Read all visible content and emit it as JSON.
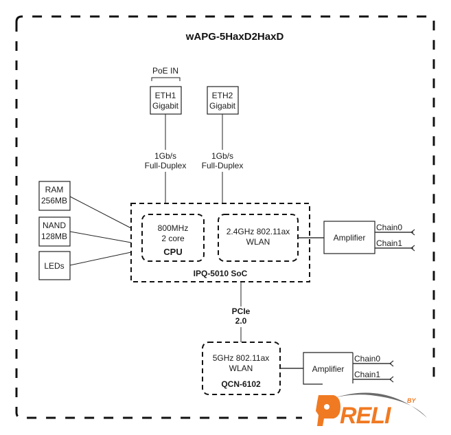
{
  "title": "wAPG-5HaxD2HaxD",
  "poe_label": "PoE IN",
  "ports": [
    {
      "name": "ETH1",
      "speed": "Gigabit",
      "link_rate": "1Gb/s",
      "link_mode": "Full-Duplex"
    },
    {
      "name": "ETH2",
      "speed": "Gigabit",
      "link_rate": "1Gb/s",
      "link_mode": "Full-Duplex"
    }
  ],
  "peripherals": [
    {
      "line1": "RAM",
      "line2": "256MB"
    },
    {
      "line1": "NAND",
      "line2": "128MB"
    },
    {
      "line1": "LEDs",
      "line2": ""
    }
  ],
  "soc": {
    "label": "IPQ-5010 SoC",
    "cpu": {
      "line1": "800MHz",
      "line2": "2 core",
      "label": "CPU"
    },
    "wlan": {
      "line1": "2.4GHz 802.11ax",
      "line2": "WLAN"
    }
  },
  "bus": {
    "line1": "PCIe",
    "line2": "2.0"
  },
  "radio5": {
    "line1": "5GHz 802.11ax",
    "line2": "WLAN",
    "label": "QCN-6102"
  },
  "amplifiers": [
    {
      "label": "Amplifier",
      "chains": [
        "Chain0",
        "Chain1"
      ]
    },
    {
      "label": "Amplifier",
      "chains": [
        "Chain0",
        "Chain1"
      ]
    }
  ],
  "watermark": {
    "by": "BY",
    "brand": "DRELI",
    "color": "#f07a22",
    "swoosh_color": "#6b6b6b"
  }
}
